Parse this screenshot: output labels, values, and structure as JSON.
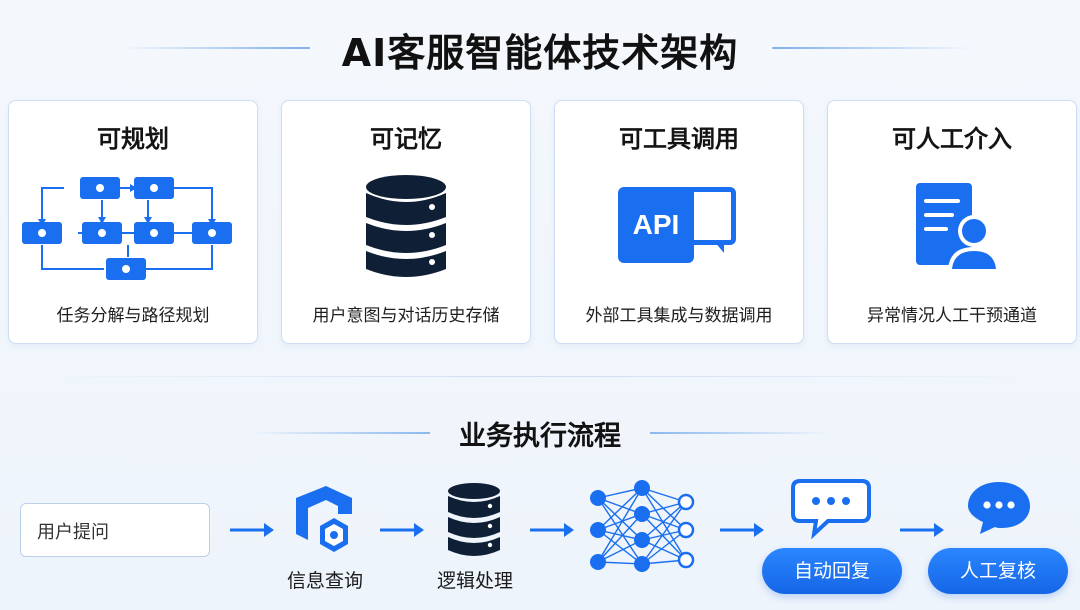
{
  "title": "AI客服智能体技术架构",
  "capabilities": [
    {
      "title": "可规划",
      "desc": "任务分解与路径规划",
      "icon": "flowchart-icon"
    },
    {
      "title": "可记忆",
      "desc": "用户意图与对话历史存储",
      "icon": "database-icon"
    },
    {
      "title": "可工具调用",
      "desc": "外部工具集成与数据调用",
      "icon": "api-icon",
      "icon_text": "API"
    },
    {
      "title": "可人工介入",
      "desc": "异常情况人工干预通道",
      "icon": "document-user-icon"
    }
  ],
  "flow": {
    "title": "业务执行流程",
    "input_placeholder": "用户提问",
    "steps": [
      "信息查询",
      "逻辑处理",
      "自动回复",
      "人工复核"
    ]
  },
  "colors": {
    "accent": "#1a6ff0",
    "dark_icon": "#0f1f36",
    "border": "#cdddf3"
  }
}
